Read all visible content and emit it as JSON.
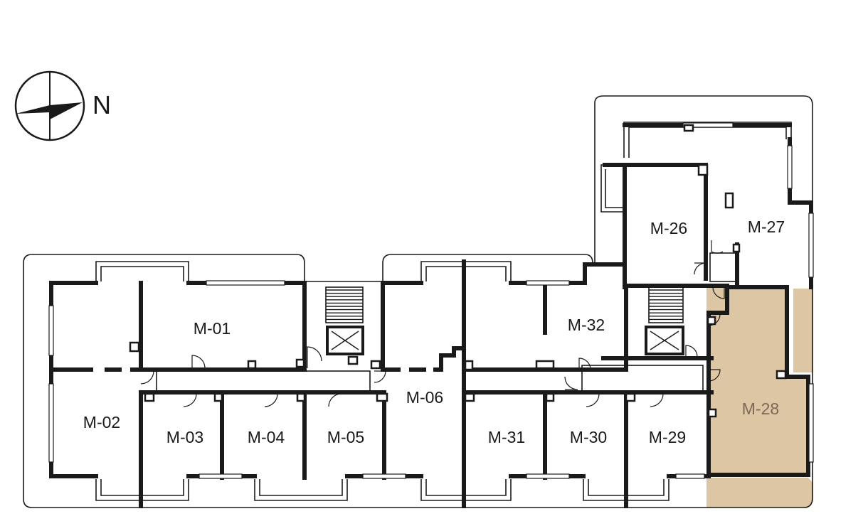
{
  "compass": {
    "label": "N"
  },
  "highlight_color": "#dcc6a4",
  "rooms": [
    {
      "id": "M-01",
      "label": "M-01",
      "highlighted": false
    },
    {
      "id": "M-02",
      "label": "M-02",
      "highlighted": false
    },
    {
      "id": "M-03",
      "label": "M-03",
      "highlighted": false
    },
    {
      "id": "M-04",
      "label": "M-04",
      "highlighted": false
    },
    {
      "id": "M-05",
      "label": "M-05",
      "highlighted": false
    },
    {
      "id": "M-06",
      "label": "M-06",
      "highlighted": false
    },
    {
      "id": "M-26",
      "label": "M-26",
      "highlighted": false
    },
    {
      "id": "M-27",
      "label": "M-27",
      "highlighted": false
    },
    {
      "id": "M-28",
      "label": "M-28",
      "highlighted": true
    },
    {
      "id": "M-29",
      "label": "M-29",
      "highlighted": false
    },
    {
      "id": "M-30",
      "label": "M-30",
      "highlighted": false
    },
    {
      "id": "M-31",
      "label": "M-31",
      "highlighted": false
    },
    {
      "id": "M-32",
      "label": "M-32",
      "highlighted": false
    }
  ]
}
